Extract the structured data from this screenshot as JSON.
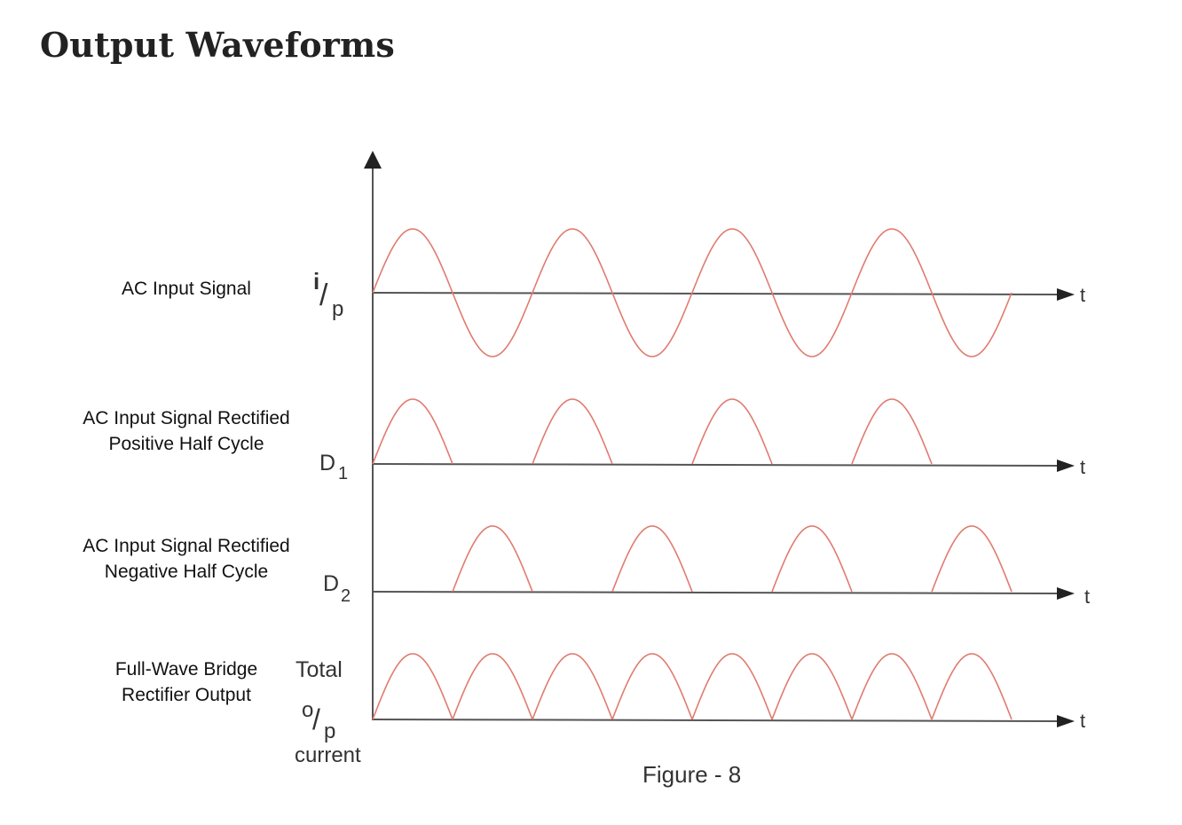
{
  "title": "Output Waveforms",
  "colors": {
    "waveform": "#e07b70",
    "axis": "#555555",
    "text": "#333333"
  },
  "rows": [
    {
      "label_lines": [
        "AC Input Signal"
      ],
      "axis_label": "i/p",
      "t_label": "t"
    },
    {
      "label_lines": [
        "AC Input Signal Rectified",
        "Positive Half Cycle"
      ],
      "axis_label": "D1",
      "t_label": "t"
    },
    {
      "label_lines": [
        "AC Input Signal Rectified",
        "Negative Half Cycle"
      ],
      "axis_label": "D2",
      "t_label": "t"
    },
    {
      "label_lines": [
        "Full-Wave Bridge",
        "Rectifier Output"
      ],
      "axis_label": "Total o/p current",
      "t_label": "t"
    }
  ],
  "axis_symbols": {
    "ip_top": "i",
    "ip_slash": "/",
    "ip_bottom": "p",
    "d1_letter": "D",
    "d1_sub": "1",
    "d2_letter": "D",
    "d2_sub": "2",
    "total_word": "Total",
    "op_top": "o",
    "op_slash": "/",
    "op_bottom": "p",
    "current_word": "current"
  },
  "waveform_cycles": 4,
  "caption": "Figure - 8"
}
